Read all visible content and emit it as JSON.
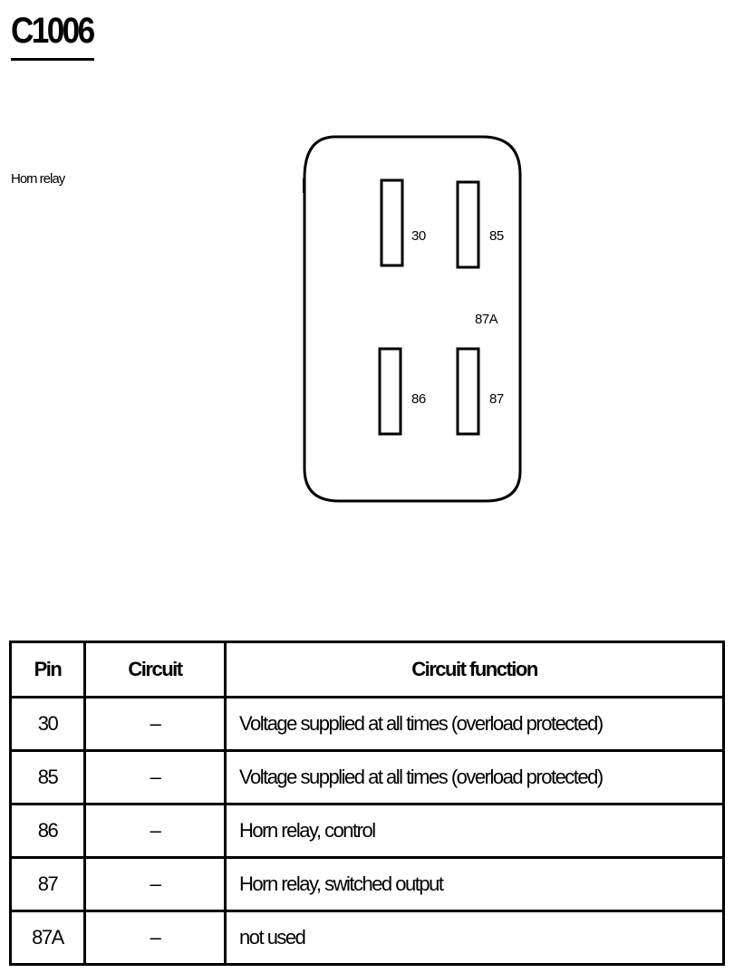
{
  "connector": {
    "id": "C1006",
    "description": "Horn relay",
    "pins": [
      {
        "label": "30"
      },
      {
        "label": "85"
      },
      {
        "label": "87A"
      },
      {
        "label": "86"
      },
      {
        "label": "87"
      }
    ]
  },
  "table": {
    "headers": [
      "Pin",
      "Circuit",
      "Circuit function"
    ],
    "rows": [
      {
        "pin": "30",
        "circuit": "–",
        "function": "Voltage supplied at all times (overload protected)"
      },
      {
        "pin": "85",
        "circuit": "–",
        "function": "Voltage supplied at all times (overload protected)"
      },
      {
        "pin": "86",
        "circuit": "–",
        "function": "Horn relay, control"
      },
      {
        "pin": "87",
        "circuit": "–",
        "function": "Horn relay, switched output"
      },
      {
        "pin": "87A",
        "circuit": "–",
        "function": "not used"
      }
    ]
  }
}
